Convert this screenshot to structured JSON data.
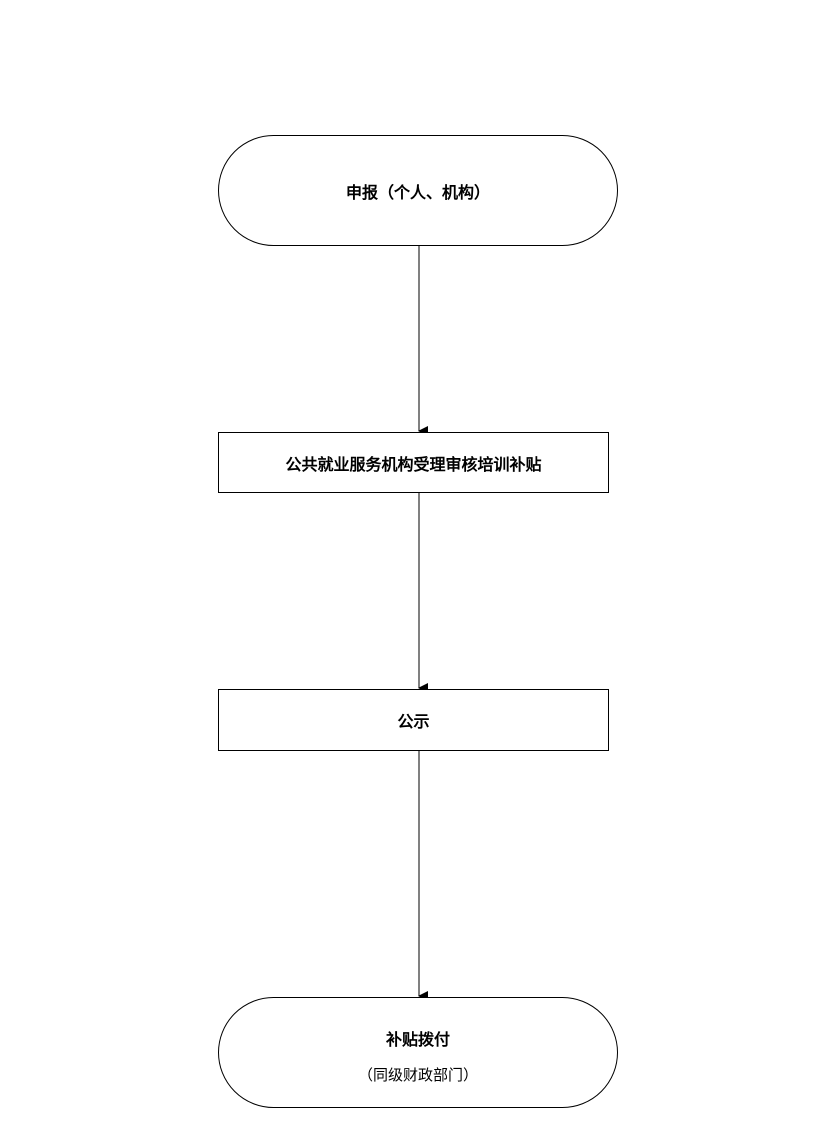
{
  "flowchart": {
    "nodes": [
      {
        "id": "apply",
        "shape": "terminal",
        "title": "申报（个人、机构）"
      },
      {
        "id": "review",
        "shape": "process",
        "title": "公共就业服务机构受理审核培训补贴"
      },
      {
        "id": "publicize",
        "shape": "process",
        "title": "公示"
      },
      {
        "id": "disburse",
        "shape": "terminal",
        "title": "补贴拨付",
        "subtitle": "（同级财政部门）"
      }
    ],
    "edges": [
      {
        "from": "apply",
        "to": "review"
      },
      {
        "from": "review",
        "to": "publicize"
      },
      {
        "from": "publicize",
        "to": "disburse"
      }
    ]
  }
}
